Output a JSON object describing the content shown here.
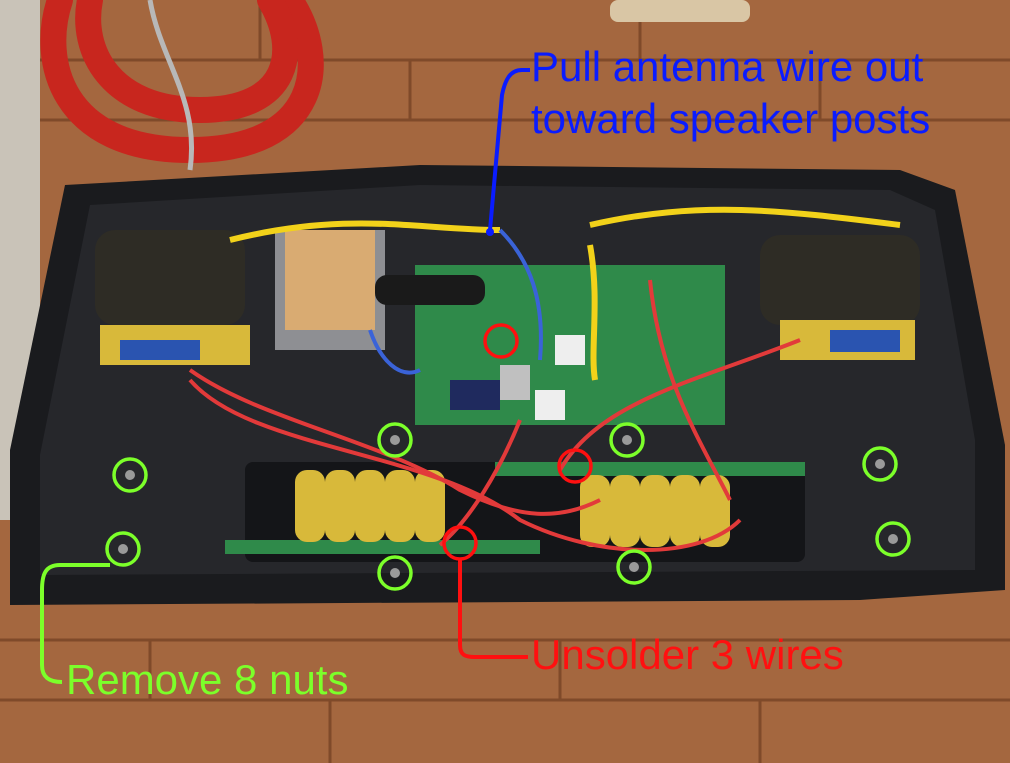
{
  "annotations": {
    "antenna": {
      "line1": "Pull antenna wire out",
      "line2": "toward speaker posts",
      "color": "#0a1cff"
    },
    "unsolder": {
      "text": "Unsolder 3 wires",
      "color": "#ff1010"
    },
    "nuts": {
      "text": "Remove 8 nuts",
      "color": "#7cff2a"
    }
  },
  "colors": {
    "floor": "#a4673f",
    "floor_dark": "#8a5230",
    "housing": "#1a1b1e",
    "housing_inner": "#26272b",
    "pcb": "#2f8a4a",
    "coil": "#d8b93a",
    "wire_red": "#e23a3a",
    "wire_yellow": "#f2d21a",
    "hose": "#c8261e"
  }
}
